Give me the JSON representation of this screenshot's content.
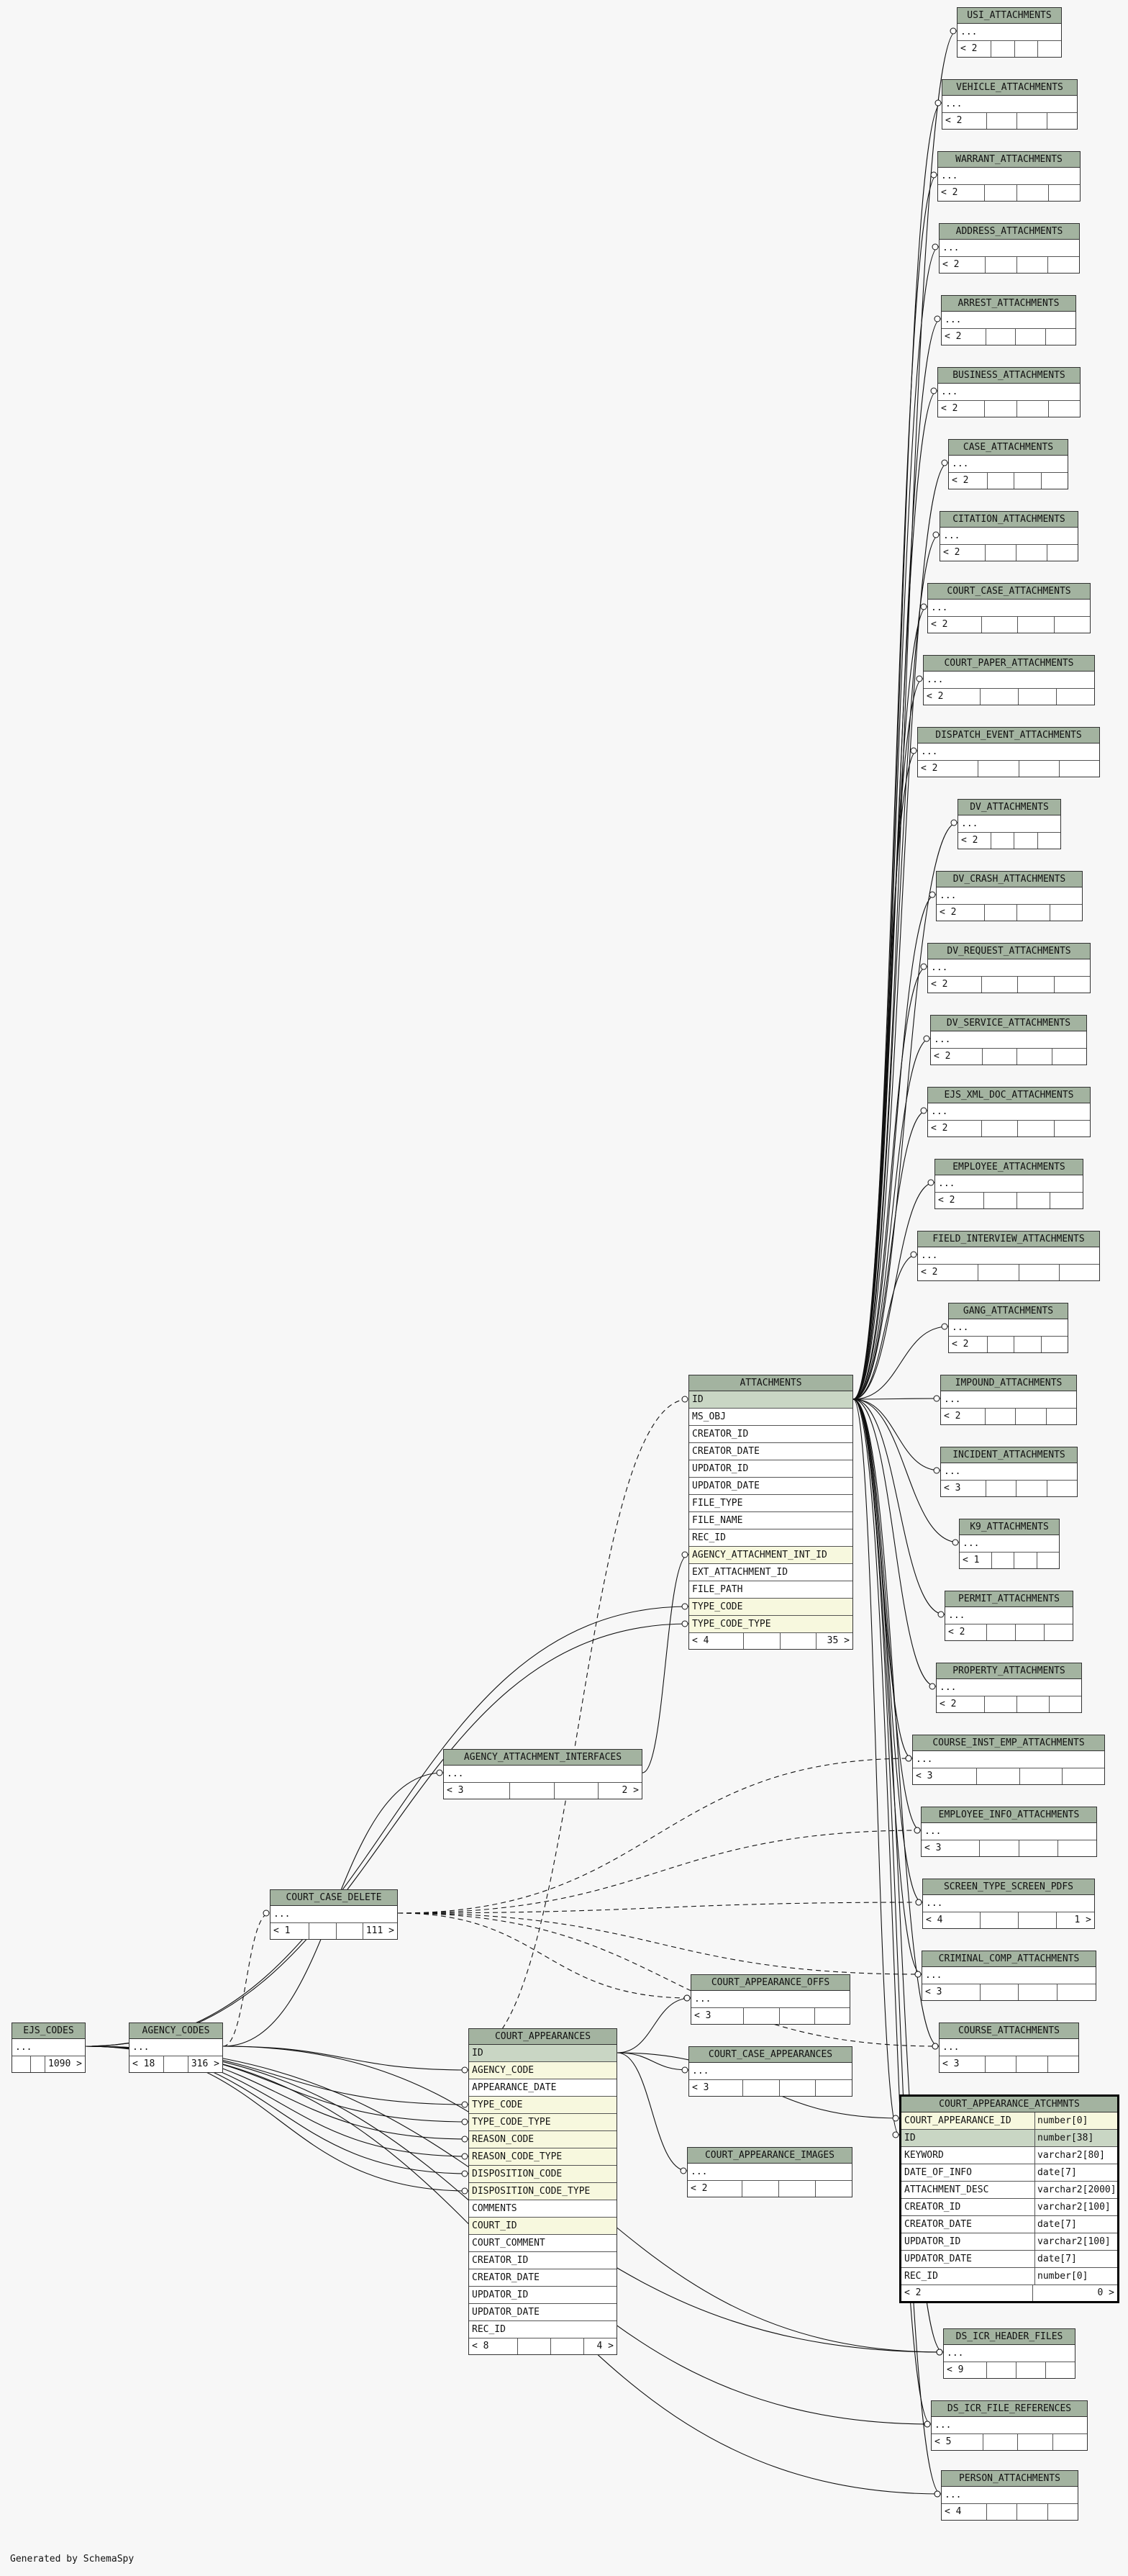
{
  "credit": "Generated by SchemaSpy",
  "colors": {
    "header": "#a3b3a0",
    "pk_row": "#c9d6c4",
    "fk_row": "#f7f8de"
  },
  "tables": {
    "usi": {
      "name": "USI_ATTACHMENTS",
      "rows": [
        "..."
      ],
      "foot": [
        "< 2",
        "",
        "",
        ""
      ]
    },
    "vehicle": {
      "name": "VEHICLE_ATTACHMENTS",
      "rows": [
        "..."
      ],
      "foot": [
        "< 2",
        "",
        "",
        ""
      ]
    },
    "warrant": {
      "name": "WARRANT_ATTACHMENTS",
      "rows": [
        "..."
      ],
      "foot": [
        "< 2",
        "",
        "",
        ""
      ]
    },
    "address": {
      "name": "ADDRESS_ATTACHMENTS",
      "rows": [
        "..."
      ],
      "foot": [
        "< 2",
        "",
        "",
        ""
      ]
    },
    "arrest": {
      "name": "ARREST_ATTACHMENTS",
      "rows": [
        "..."
      ],
      "foot": [
        "< 2",
        "",
        "",
        ""
      ]
    },
    "business": {
      "name": "BUSINESS_ATTACHMENTS",
      "rows": [
        "..."
      ],
      "foot": [
        "< 2",
        "",
        "",
        ""
      ]
    },
    "case": {
      "name": "CASE_ATTACHMENTS",
      "rows": [
        "..."
      ],
      "foot": [
        "< 2",
        "",
        "",
        ""
      ]
    },
    "citation": {
      "name": "CITATION_ATTACHMENTS",
      "rows": [
        "..."
      ],
      "foot": [
        "< 2",
        "",
        "",
        ""
      ]
    },
    "court_case": {
      "name": "COURT_CASE_ATTACHMENTS",
      "rows": [
        "..."
      ],
      "foot": [
        "< 2",
        "",
        "",
        ""
      ]
    },
    "court_paper": {
      "name": "COURT_PAPER_ATTACHMENTS",
      "rows": [
        "..."
      ],
      "foot": [
        "< 2",
        "",
        "",
        ""
      ]
    },
    "dispatch": {
      "name": "DISPATCH_EVENT_ATTACHMENTS",
      "rows": [
        "..."
      ],
      "foot": [
        "< 2",
        "",
        "",
        ""
      ]
    },
    "dv": {
      "name": "DV_ATTACHMENTS",
      "rows": [
        "..."
      ],
      "foot": [
        "< 2",
        "",
        "",
        ""
      ]
    },
    "dv_crash": {
      "name": "DV_CRASH_ATTACHMENTS",
      "rows": [
        "..."
      ],
      "foot": [
        "< 2",
        "",
        "",
        ""
      ]
    },
    "dv_request": {
      "name": "DV_REQUEST_ATTACHMENTS",
      "rows": [
        "..."
      ],
      "foot": [
        "< 2",
        "",
        "",
        ""
      ]
    },
    "dv_service": {
      "name": "DV_SERVICE_ATTACHMENTS",
      "rows": [
        "..."
      ],
      "foot": [
        "< 2",
        "",
        "",
        ""
      ]
    },
    "ejs_xml": {
      "name": "EJS_XML_DOC_ATTACHMENTS",
      "rows": [
        "..."
      ],
      "foot": [
        "< 2",
        "",
        "",
        ""
      ]
    },
    "employee": {
      "name": "EMPLOYEE_ATTACHMENTS",
      "rows": [
        "..."
      ],
      "foot": [
        "< 2",
        "",
        "",
        ""
      ]
    },
    "field_interview": {
      "name": "FIELD_INTERVIEW_ATTACHMENTS",
      "rows": [
        "..."
      ],
      "foot": [
        "< 2",
        "",
        "",
        ""
      ]
    },
    "gang": {
      "name": "GANG_ATTACHMENTS",
      "rows": [
        "..."
      ],
      "foot": [
        "< 2",
        "",
        "",
        ""
      ]
    },
    "impound": {
      "name": "IMPOUND_ATTACHMENTS",
      "rows": [
        "..."
      ],
      "foot": [
        "< 2",
        "",
        "",
        ""
      ]
    },
    "incident": {
      "name": "INCIDENT_ATTACHMENTS",
      "rows": [
        "..."
      ],
      "foot": [
        "< 3",
        "",
        "",
        ""
      ]
    },
    "k9": {
      "name": "K9_ATTACHMENTS",
      "rows": [
        "..."
      ],
      "foot": [
        "< 1",
        "",
        "",
        ""
      ]
    },
    "permit": {
      "name": "PERMIT_ATTACHMENTS",
      "rows": [
        "..."
      ],
      "foot": [
        "< 2",
        "",
        "",
        ""
      ]
    },
    "property": {
      "name": "PROPERTY_ATTACHMENTS",
      "rows": [
        "..."
      ],
      "foot": [
        "< 2",
        "",
        "",
        ""
      ]
    },
    "course_inst": {
      "name": "COURSE_INST_EMP_ATTACHMENTS",
      "rows": [
        "..."
      ],
      "foot": [
        "< 3",
        "",
        "",
        ""
      ]
    },
    "employee_info": {
      "name": "EMPLOYEE_INFO_ATTACHMENTS",
      "rows": [
        "..."
      ],
      "foot": [
        "< 3",
        "",
        "",
        ""
      ]
    },
    "screen_type": {
      "name": "SCREEN_TYPE_SCREEN_PDFS",
      "rows": [
        "..."
      ],
      "foot": [
        "< 4",
        "",
        "",
        "1 >"
      ]
    },
    "criminal_comp": {
      "name": "CRIMINAL_COMP_ATTACHMENTS",
      "rows": [
        "..."
      ],
      "foot": [
        "< 3",
        "",
        "",
        ""
      ]
    },
    "course": {
      "name": "COURSE_ATTACHMENTS",
      "rows": [
        "..."
      ],
      "foot": [
        "< 3",
        "",
        "",
        ""
      ]
    },
    "ds_icr_header": {
      "name": "DS_ICR_HEADER_FILES",
      "rows": [
        "..."
      ],
      "foot": [
        "< 9",
        "",
        "",
        ""
      ]
    },
    "ds_icr_file": {
      "name": "DS_ICR_FILE_REFERENCES",
      "rows": [
        "..."
      ],
      "foot": [
        "< 5",
        "",
        "",
        ""
      ]
    },
    "person": {
      "name": "PERSON_ATTACHMENTS",
      "rows": [
        "..."
      ],
      "foot": [
        "< 4",
        "",
        "",
        ""
      ]
    },
    "attachments": {
      "name": "ATTACHMENTS",
      "rows": [
        "ID",
        "MS_OBJ",
        "CREATOR_ID",
        "CREATOR_DATE",
        "UPDATOR_ID",
        "UPDATOR_DATE",
        "FILE_TYPE",
        "FILE_NAME",
        "REC_ID",
        "AGENCY_ATTACHMENT_INT_ID",
        "EXT_ATTACHMENT_ID",
        "FILE_PATH",
        "TYPE_CODE",
        "TYPE_CODE_TYPE"
      ],
      "foot": [
        "< 4",
        "",
        "",
        "35 >"
      ]
    },
    "agency_attachment_int": {
      "name": "AGENCY_ATTACHMENT_INTERFACES",
      "rows": [
        "..."
      ],
      "foot": [
        "< 3",
        "",
        "",
        "2 >"
      ]
    },
    "court_case_delete": {
      "name": "COURT_CASE_DELETE",
      "rows": [
        "..."
      ],
      "foot": [
        "< 1",
        "",
        "",
        "111 >"
      ]
    },
    "ejs_codes": {
      "name": "EJS_CODES",
      "rows": [
        "..."
      ],
      "foot": [
        "",
        "",
        "1090 >"
      ]
    },
    "agency_codes": {
      "name": "AGENCY_CODES",
      "rows": [
        "..."
      ],
      "foot": [
        "< 18",
        "",
        "316 >"
      ]
    },
    "court_appearances": {
      "name": "COURT_APPEARANCES",
      "rows": [
        "ID",
        "AGENCY_CODE",
        "APPEARANCE_DATE",
        "TYPE_CODE",
        "TYPE_CODE_TYPE",
        "REASON_CODE",
        "REASON_CODE_TYPE",
        "DISPOSITION_CODE",
        "DISPOSITION_CODE_TYPE",
        "COMMENTS",
        "COURT_ID",
        "COURT_COMMENT",
        "CREATOR_ID",
        "CREATOR_DATE",
        "UPDATOR_ID",
        "UPDATOR_DATE",
        "REC_ID"
      ],
      "foot": [
        "< 8",
        "",
        "",
        "4 >"
      ]
    },
    "court_appearance_offs": {
      "name": "COURT_APPEARANCE_OFFS",
      "rows": [
        "..."
      ],
      "foot": [
        "< 3",
        "",
        "",
        ""
      ]
    },
    "court_case_appearances": {
      "name": "COURT_CASE_APPEARANCES",
      "rows": [
        "..."
      ],
      "foot": [
        "< 3",
        "",
        "",
        ""
      ]
    },
    "court_appearance_images": {
      "name": "COURT_APPEARANCE_IMAGES",
      "rows": [
        "..."
      ],
      "foot": [
        "< 2",
        "",
        "",
        ""
      ]
    },
    "court_appearance_atchmnts": {
      "name": "COURT_APPEARANCE_ATCHMNTS",
      "fields": [
        {
          "name": "COURT_APPEARANCE_ID",
          "type": "number[0]"
        },
        {
          "name": "ID",
          "type": "number[38]"
        },
        {
          "name": "KEYWORD",
          "type": "varchar2[80]"
        },
        {
          "name": "DATE_OF_INFO",
          "type": "date[7]"
        },
        {
          "name": "ATTACHMENT_DESC",
          "type": "varchar2[2000]"
        },
        {
          "name": "CREATOR_ID",
          "type": "varchar2[100]"
        },
        {
          "name": "CREATOR_DATE",
          "type": "date[7]"
        },
        {
          "name": "UPDATOR_ID",
          "type": "varchar2[100]"
        },
        {
          "name": "UPDATOR_DATE",
          "type": "date[7]"
        },
        {
          "name": "REC_ID",
          "type": "number[0]"
        }
      ],
      "foot": [
        "< 2",
        "0 >"
      ]
    }
  }
}
